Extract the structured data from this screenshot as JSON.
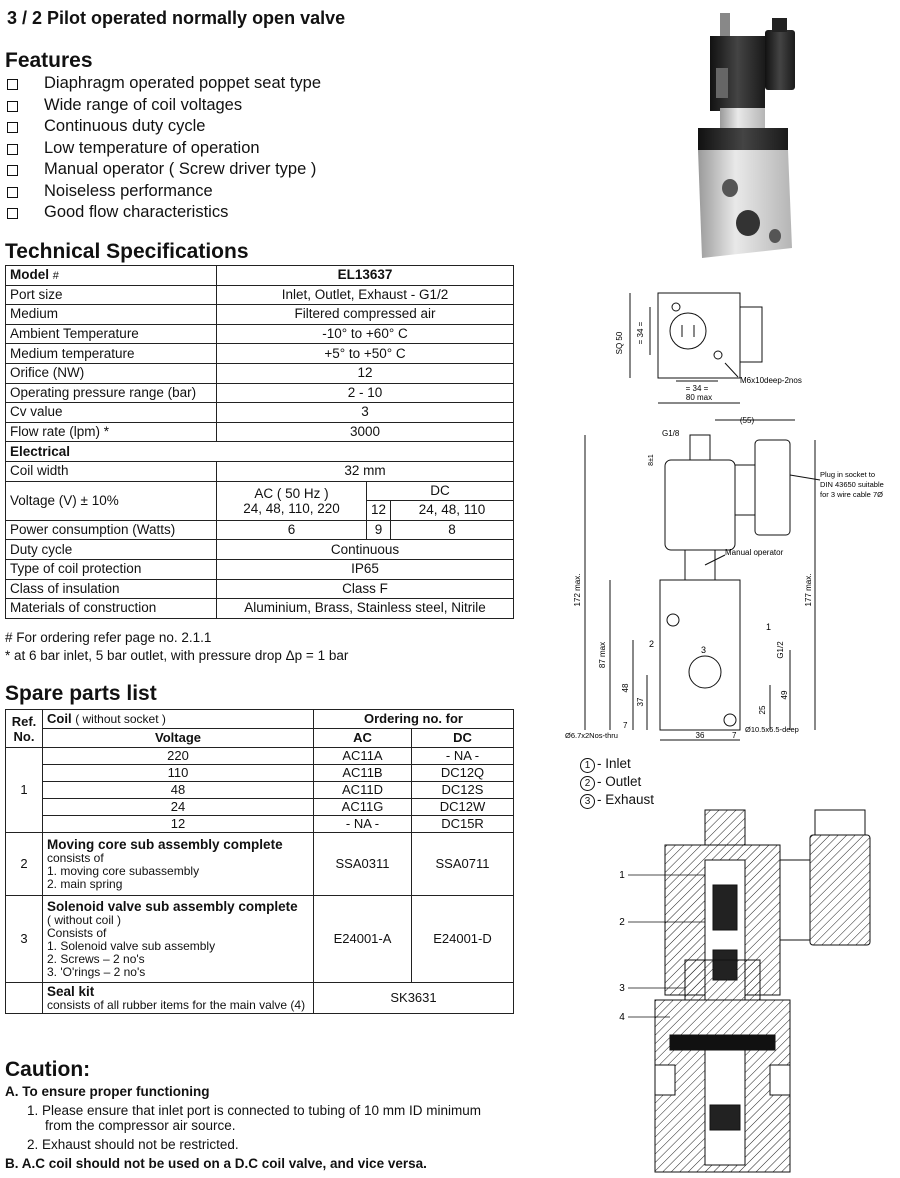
{
  "title": "3 / 2 Pilot operated normally open valve",
  "features": {
    "heading": "Features",
    "items": [
      "Diaphragm operated poppet seat type",
      "Wide range of coil voltages",
      "Continuous duty cycle",
      "Low temperature of operation",
      "Manual operator ( Screw driver type )",
      "Noiseless performance",
      "Good flow characteristics"
    ]
  },
  "specs": {
    "heading": "Technical Specifications",
    "model_label": "Model",
    "model_hash": "#",
    "model_value": "EL13637",
    "rows1": [
      {
        "label": "Port size",
        "value": "Inlet, Outlet, Exhaust - G1/2"
      },
      {
        "label": "Medium",
        "value": "Filtered compressed air"
      },
      {
        "label": "Ambient Temperature",
        "value": "-10° to +60° C"
      },
      {
        "label": "Medium temperature",
        "value": "+5° to +50° C"
      },
      {
        "label": "Orifice (NW)",
        "value": "12"
      },
      {
        "label": "Operating pressure range (bar)",
        "value": "2 - 10"
      },
      {
        "label": "Cv value",
        "value": "3"
      },
      {
        "label": "Flow rate (lpm) *",
        "value": "3000"
      }
    ],
    "electrical": "Electrical",
    "coil_width_label": "Coil width",
    "coil_width_value": "32 mm",
    "voltage_label": "Voltage (V) ± 10%",
    "ac_label": "AC ( 50 Hz )",
    "ac_values": "24, 48, 110, 220",
    "dc_label": "DC",
    "dc_12": "12",
    "dc_values": "24, 48, 110",
    "power_label": "Power consumption (Watts)",
    "power_ac": "6",
    "power_dc12": "9",
    "power_dc": "8",
    "rows2": [
      {
        "label": "Duty cycle",
        "value": "Continuous"
      },
      {
        "label": "Type of coil protection",
        "value": "IP65"
      },
      {
        "label": "Class of insulation",
        "value": "Class F"
      },
      {
        "label": "Materials of construction",
        "value": "Aluminium, Brass, Stainless steel, Nitrile"
      }
    ],
    "note1": "# For ordering refer page no. 2.1.1",
    "note2": "* at 6 bar inlet, 5 bar outlet, with pressure drop Δp = 1 bar"
  },
  "spare": {
    "heading": "Spare parts list",
    "ref_label": "Ref. No.",
    "coil_label": "Coil",
    "coil_note": "( without socket )",
    "ordering_label": "Ordering no. for",
    "voltage_label": "Voltage",
    "ac_label": "AC",
    "dc_label": "DC",
    "coil_ref": "1",
    "coil_rows": [
      {
        "voltage": "220",
        "ac": "AC11A",
        "dc": "- NA -"
      },
      {
        "voltage": "110",
        "ac": "AC11B",
        "dc": "DC12Q"
      },
      {
        "voltage": "48",
        "ac": "AC11D",
        "dc": "DC12S"
      },
      {
        "voltage": "24",
        "ac": "AC11G",
        "dc": "DC12W"
      },
      {
        "voltage": "12",
        "ac": "- NA -",
        "dc": "DC15R"
      }
    ],
    "moving": {
      "ref": "2",
      "title": "Moving core sub assembly complete",
      "lines": [
        "consists of",
        "1. moving core subassembly",
        "2. main spring"
      ],
      "ac": "SSA0311",
      "dc": "SSA0711"
    },
    "solenoid": {
      "ref": "3",
      "title": "Solenoid valve sub assembly complete",
      "lines": [
        "( without coil )",
        "Consists of",
        "1. Solenoid valve sub assembly",
        "2. Screws – 2 no's",
        "3. 'O'rings – 2 no's"
      ],
      "ac": "E24001-A",
      "dc": "E24001-D"
    },
    "seal": {
      "title": "Seal kit",
      "line": "consists of all rubber items for the main valve (4)",
      "code": "SK3631"
    }
  },
  "caution": {
    "heading": "Caution:",
    "a_label": "A. To ensure proper functioning",
    "a1": "1. Please ensure that inlet port is connected to tubing of 10 mm ID minimum",
    "a1b": "from the compressor air source.",
    "a2": "2. Exhaust should not be restricted.",
    "b": "B. A.C coil should not be used on a D.C coil valve, and vice versa."
  },
  "drawing": {
    "sq50": "SQ 50",
    "d34a": "= 34 =",
    "d34b": "= 34 =",
    "m6": "M6x10deep-2nos",
    "max80": "80 max",
    "d55": "(55)",
    "g18": "G1/8",
    "d8": "8±1",
    "plug1": "Plug in socket to",
    "plug2": "DIN 43650 suitable",
    "plug3": "for 3 wire cable 7Ø",
    "manual": "Manual operator",
    "max172": "172 max.",
    "max177": "177 max.",
    "max87": "87 max",
    "d48": "48",
    "d37": "37",
    "d7": "7",
    "g12": "G1/2",
    "d25": "25",
    "d49": "49",
    "d36": "36",
    "d7b": "7",
    "thru": "Ø6.7x2Nos-thru",
    "deep": "Ø10.5x6.5-deep",
    "p1": "1",
    "p2": "2",
    "p3": "3"
  },
  "legend": [
    {
      "num": "1",
      "text": "- Inlet"
    },
    {
      "num": "2",
      "text": "- Outlet"
    },
    {
      "num": "3",
      "text": "- Exhaust"
    }
  ],
  "section_labels": [
    "1",
    "2",
    "3",
    "4"
  ]
}
